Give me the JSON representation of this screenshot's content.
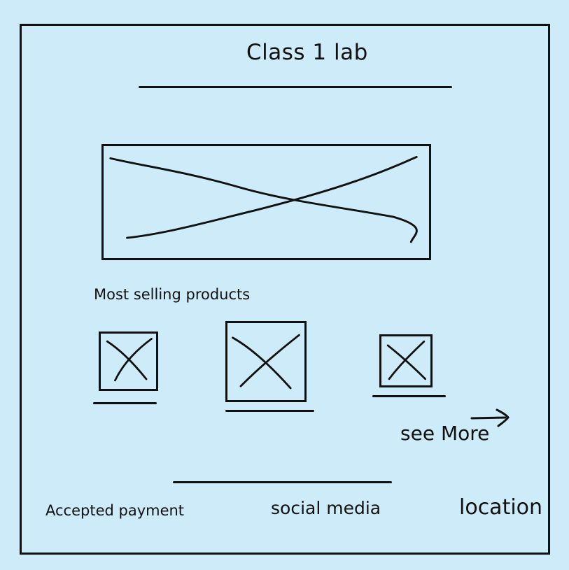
{
  "header": {
    "title": "Class 1 lab"
  },
  "hero": {
    "icon": "image-placeholder-icon"
  },
  "products": {
    "heading": "Most selling products",
    "items": [
      {
        "icon": "image-placeholder-icon"
      },
      {
        "icon": "image-placeholder-icon"
      },
      {
        "icon": "image-placeholder-icon"
      }
    ],
    "see_more_label": "see More",
    "see_more_icon": "arrow-right-icon"
  },
  "footer": {
    "accepted_payment": "Accepted payment",
    "social_media": "social media",
    "location": "location"
  },
  "colors": {
    "background": "#cdebf8",
    "ink": "#111111"
  }
}
